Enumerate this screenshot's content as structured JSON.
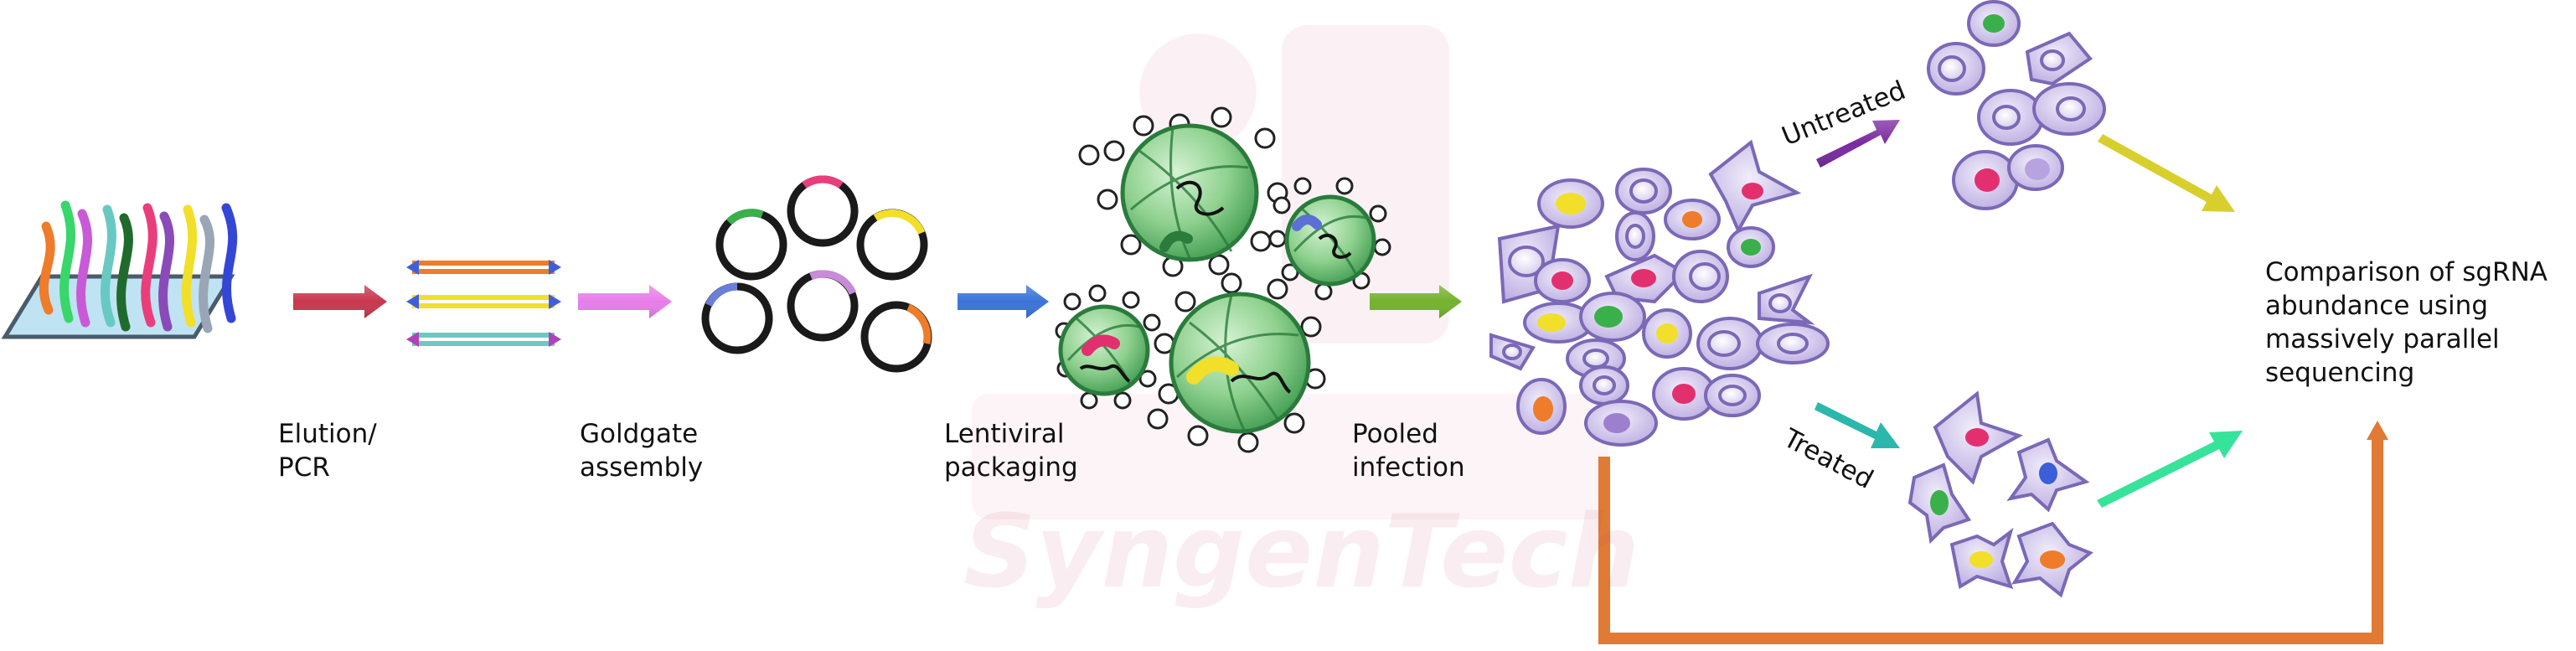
{
  "labels": {
    "elution": "Elution/\nPCR",
    "goldgate": "Goldgate\nassembly",
    "lentiviral": "Lentiviral\npackaging",
    "pooled": "Pooled\ninfection",
    "untreated": "Untreated",
    "treated": "Treated",
    "comparison": "Comparison of sgRNA\nabundance using\nmassively parallel\nsequencing"
  },
  "watermark": {
    "brand": "SyngenTech"
  },
  "colors": {
    "arrow_elution": "#c8374e",
    "arrow_goldgate": "#e77ee8",
    "arrow_lentiviral": "#3a73d8",
    "arrow_pooled": "#74b22e",
    "arrow_untreated": "#7a2aa0",
    "arrow_treated": "#2bb7ac",
    "arrow_to_comparison_top": "#d8cf2e",
    "arrow_to_comparison_bottom": "#36e39a",
    "feedback_arrow": "#e07a34",
    "cell_fill": "#d9d0ee",
    "cell_stroke": "#7b68b6",
    "virus_fill": "#76c77f",
    "virus_stroke": "#2a7b3c"
  }
}
